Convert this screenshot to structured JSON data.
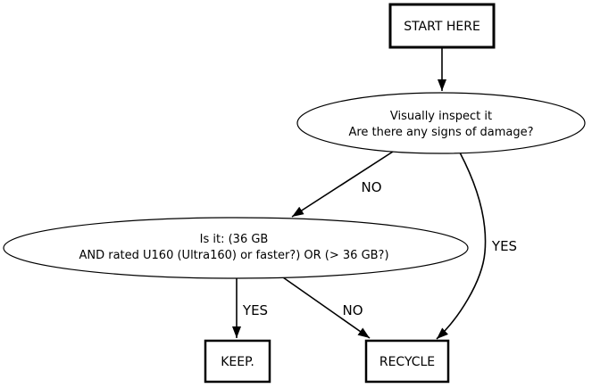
{
  "diagram": {
    "type": "flowchart",
    "colors": {
      "background": "#ffffff",
      "line": "#000000",
      "text": "#000000",
      "node_fill": "#ffffff"
    },
    "nodes": {
      "start": {
        "label": "START HERE",
        "shape": "box"
      },
      "inspect": {
        "line1": "Visually inspect it",
        "line2": "Are there any signs of damage?",
        "shape": "ellipse"
      },
      "decision": {
        "line1": "Is it: (36 GB",
        "line2": "AND rated U160 (Ultra160) or faster?) OR (> 36 GB?)",
        "shape": "ellipse"
      },
      "keep": {
        "label": "KEEP.",
        "shape": "box"
      },
      "recycle": {
        "label": "RECYCLE",
        "shape": "box"
      }
    },
    "edges": {
      "start_to_inspect": {
        "from": "start",
        "to": "inspect",
        "label": ""
      },
      "inspect_to_decision": {
        "from": "inspect",
        "to": "decision",
        "label": "NO"
      },
      "inspect_to_recycle": {
        "from": "inspect",
        "to": "recycle",
        "label": "YES"
      },
      "decision_to_keep": {
        "from": "decision",
        "to": "keep",
        "label": "YES"
      },
      "decision_to_recycle": {
        "from": "decision",
        "to": "recycle",
        "label": "NO"
      }
    }
  }
}
